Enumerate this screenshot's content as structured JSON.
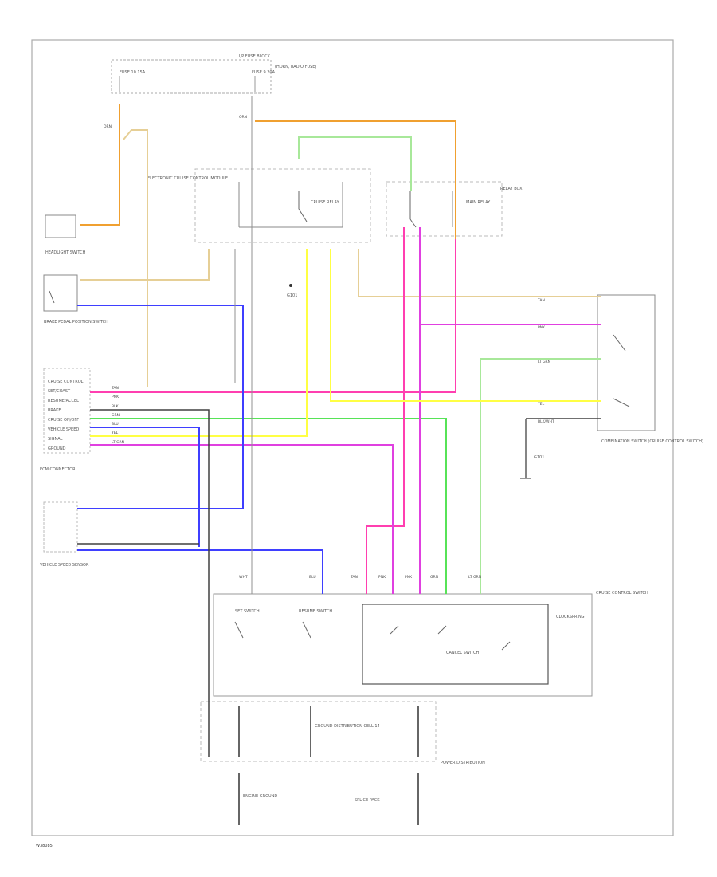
{
  "figure_id": "W38085",
  "components": {
    "fuse_block": {
      "label": "I/P FUSE BLOCK",
      "fuse_a": "FUSE 10 15A",
      "fuse_b": "FUSE 9 20A",
      "note": "(HORN, RADIO FUSE)"
    },
    "control_module": "ELECTRONIC CRUISE CONTROL MODULE",
    "relay_box": "RELAY BOX",
    "cruise_relay": "CRUISE RELAY",
    "main_relay": "MAIN RELAY",
    "headlight_switch": "HEADLIGHT SWITCH",
    "brake_switch": "BRAKE PEDAL POSITION SWITCH",
    "ecm_connector": "ECM CONNECTOR",
    "vehicle_speed_sensor": "VEHICLE SPEED SENSOR",
    "combination_switch": "COMBINATION SWITCH (CRUISE CONTROL SWITCH)",
    "cruise_switch_assy": "CRUISE CONTROL SWITCH",
    "clockspring": "CLOCKSPRING",
    "resume_switch": "RESUME SWITCH",
    "set_switch": "SET SWITCH",
    "cancel_switch": "CANCEL SWITCH",
    "ground_a": "GROUND DISTRIBUTION CELL 14",
    "ground_b": "POWER DISTRIBUTION",
    "ground_c": "ENGINE GROUND",
    "splice_pack": "SPLICE PACK",
    "ground_note": "G101",
    "gnd_label": "G101",
    "connector_pins": [
      "CRUISE CONTROL",
      "SET/COAST",
      "RESUME/ACCEL",
      "BRAKE",
      "CRUISE ON/OFF",
      "VEHICLE SPEED",
      "SIGNAL",
      "GROUND"
    ]
  },
  "wires": {
    "orn": "ORN",
    "blk": "BLK",
    "pnk": "PNK",
    "lt_grn": "LT GRN",
    "yel": "YEL",
    "blu": "BLU",
    "tan": "TAN",
    "blk_wht": "BLK/WHT",
    "wht": "WHT",
    "grn": "GRN"
  },
  "colors": {
    "orange": "#f0a030",
    "tan": "#e6cf96",
    "pink": "#ff3fb0",
    "magenta": "#e040e0",
    "green": "#57e357",
    "lt_green": "#a8e89a",
    "yellow": "#ffff44",
    "blue": "#3f3fff",
    "black": "#404040",
    "grey": "#909090"
  }
}
